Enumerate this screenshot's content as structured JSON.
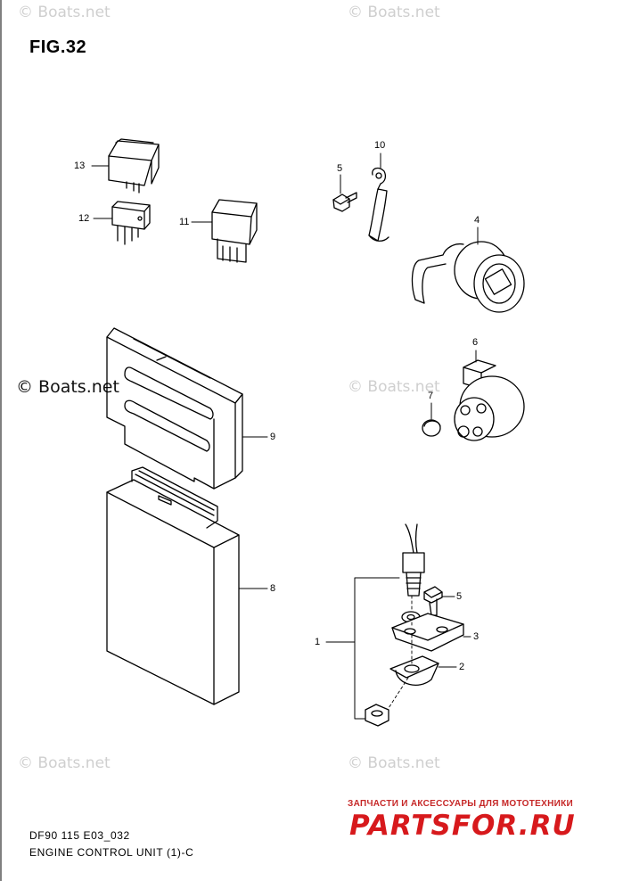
{
  "figure": {
    "title": "FIG.32",
    "caption_code": "DF90 115 E03_032",
    "caption_name": "ENGINE CONTROL UNIT (1)-C"
  },
  "watermarks": {
    "faint_text": "© Boats.net",
    "dark_text": "© Boats.net"
  },
  "callouts": [
    "1",
    "2",
    "3",
    "4",
    "5",
    "5",
    "6",
    "7",
    "8",
    "9",
    "10",
    "11",
    "12",
    "13"
  ],
  "dealer": {
    "line": "ЗАПЧАСТИ И АКСЕССУАРЫ ДЛЯ МОТОТЕХНИКИ",
    "logo": "PARTSFOR.RU",
    "color": "#d7191c"
  }
}
